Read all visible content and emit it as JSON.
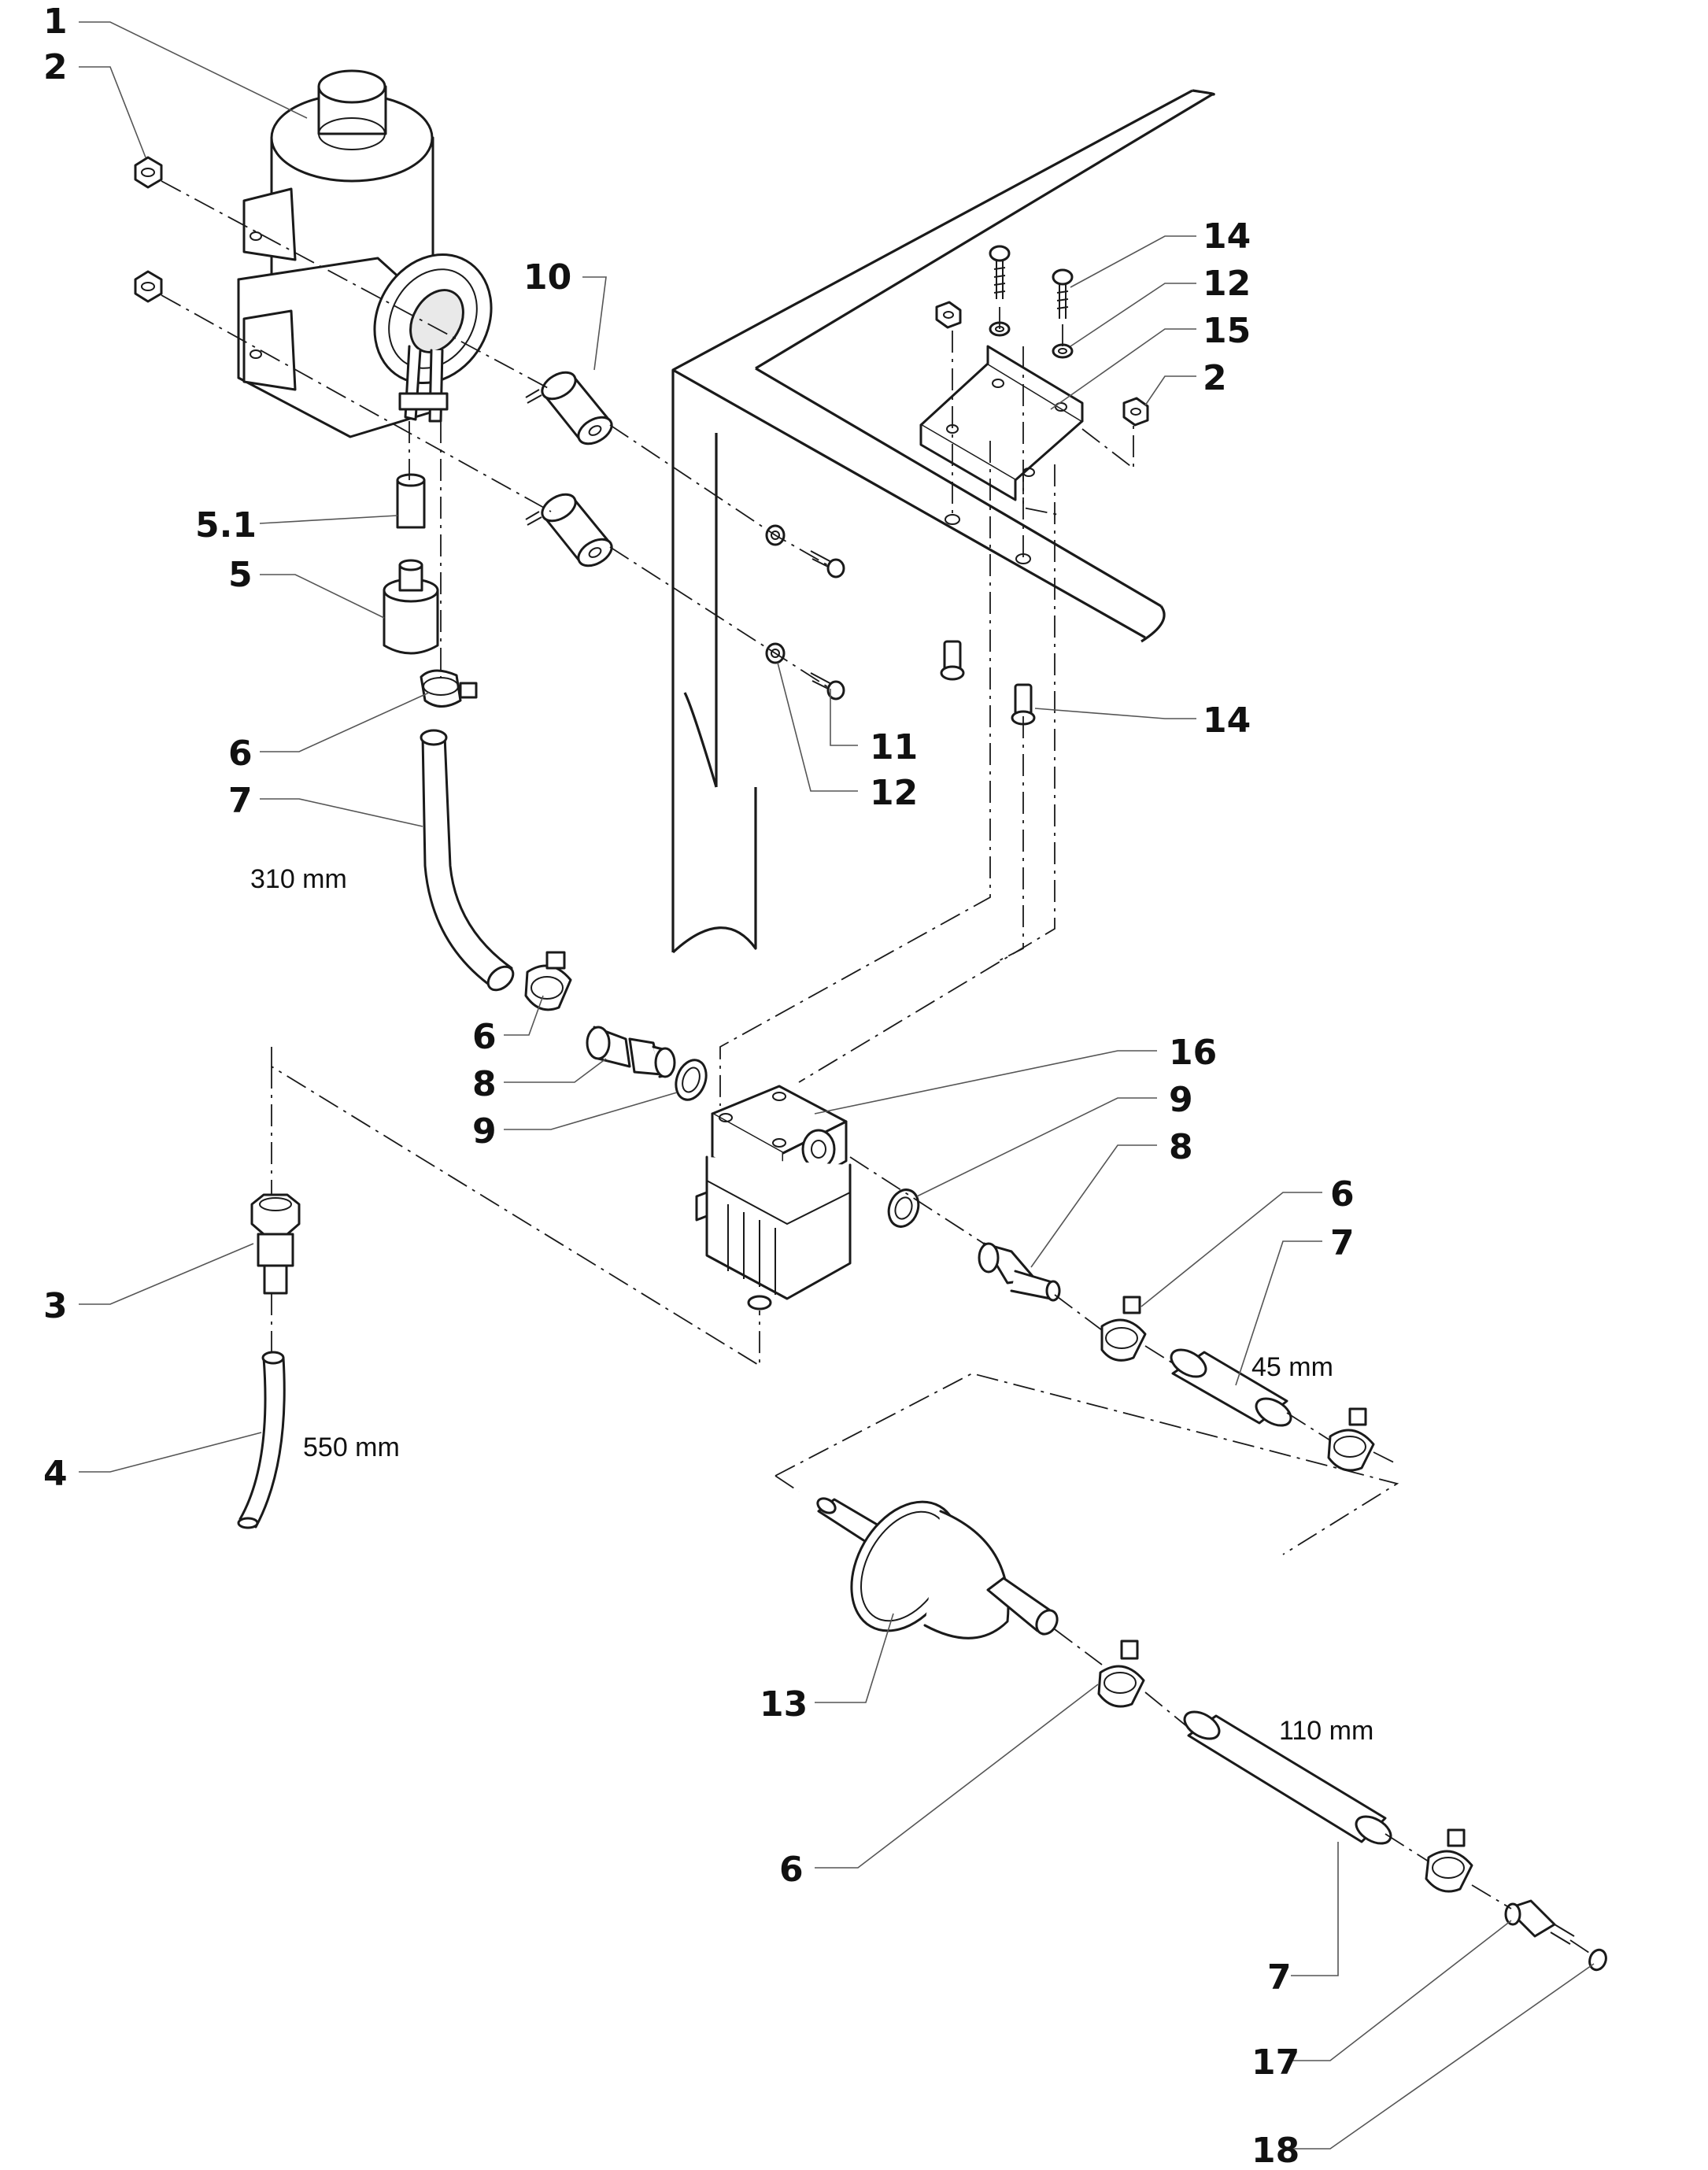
{
  "callouts": {
    "c1": "1",
    "c2a": "2",
    "c2b": "2",
    "c3": "3",
    "c4": "4",
    "c5": "5",
    "c51": "5.1",
    "c6a": "6",
    "c6b": "6",
    "c6c": "6",
    "c6d": "6",
    "c7a": "7",
    "c7b": "7",
    "c7c": "7",
    "c8a": "8",
    "c8b": "8",
    "c9a": "9",
    "c9b": "9",
    "c10": "10",
    "c11": "11",
    "c12a": "12",
    "c12b": "12",
    "c13": "13",
    "c14a": "14",
    "c14b": "14",
    "c15": "15",
    "c16": "16",
    "c17": "17",
    "c18": "18"
  },
  "dimensions": {
    "hose_upper": "310 mm",
    "hose_inlet": "550 mm",
    "hose_short": "45 mm",
    "hose_long": "110 mm"
  }
}
